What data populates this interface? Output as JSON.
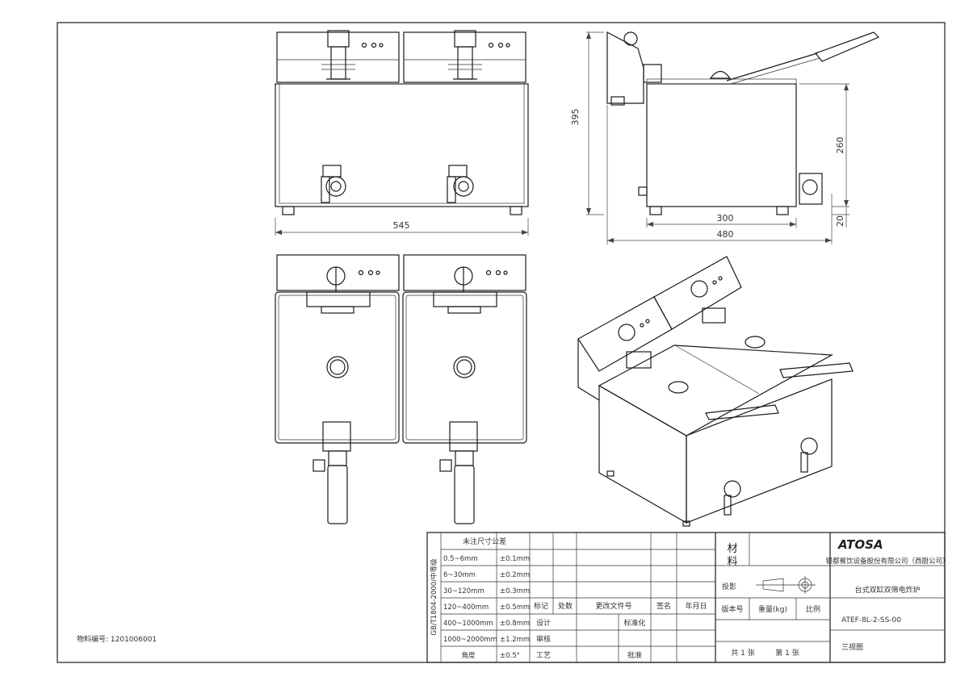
{
  "drawing": {
    "material_code_label": "物料编号: 1201006001",
    "dimensions": {
      "front_width": "545",
      "side_height": "395",
      "side_depth": "300",
      "side_total_depth": "480",
      "tank_height": "260",
      "foot_height": "20"
    }
  },
  "title_block": {
    "logo_text": "ATOSA",
    "company": "银都餐饮设备股份有限公司（西厨公司）",
    "product_name": "台式双缸双筛电炸炉",
    "model": "ATEF-8L-2-SS-00",
    "view_name": "三视图",
    "material_label_1": "材",
    "material_label_2": "料",
    "projection_label": "投影",
    "version_label": "版本号",
    "weight_label": "重量(kg)",
    "scale_label": "比例",
    "sheet_count": "共 1 张",
    "sheet_no": "第 1 张",
    "tolerance_title": "未注尺寸公差",
    "standard_vertical": "GB/T1804-2000/中等级",
    "tolerances": [
      {
        "range": "0.5~6mm",
        "value": "±0.1mm"
      },
      {
        "range": "6~30mm",
        "value": "±0.2mm"
      },
      {
        "range": "30~120mm",
        "value": "±0.3mm"
      },
      {
        "range": "120~400mm",
        "value": "±0.5mm"
      },
      {
        "range": "400~1000mm",
        "value": "±0.8mm"
      },
      {
        "range": "1000~2000mm",
        "value": "±1.2mm"
      },
      {
        "range": "角度",
        "value": "±0.5°"
      }
    ],
    "rev_headers": {
      "mark": "标记",
      "count": "处数",
      "doc": "更改文件号",
      "sign": "签名",
      "date": "年月日"
    },
    "roles": {
      "design": "设计",
      "standard": "标准化",
      "review": "审核",
      "process": "工艺",
      "approve": "批准"
    }
  }
}
